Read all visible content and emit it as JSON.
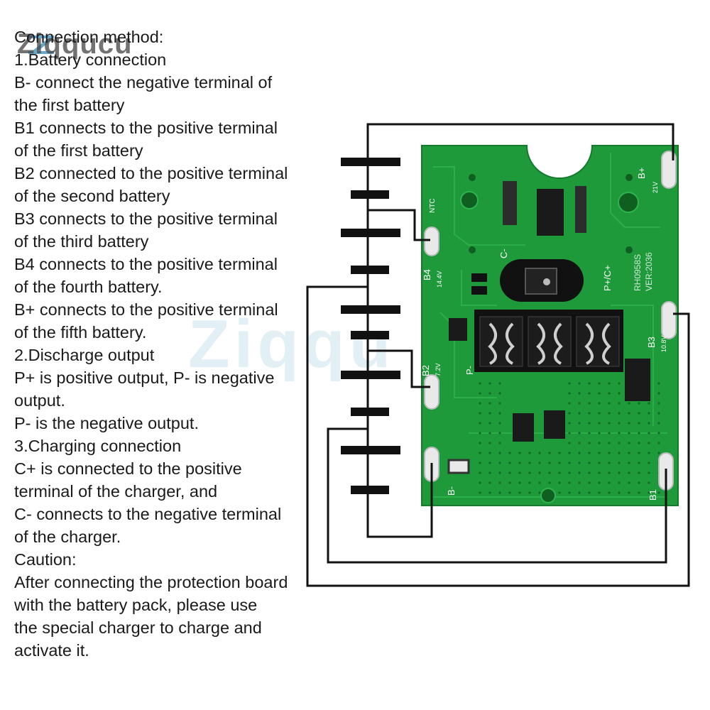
{
  "brand": {
    "logo_text": "Ziqqucu",
    "watermark_text": "Ziqqu",
    "colors": {
      "pcb": "#1f9a3a",
      "pcb_dark": "#157a2c",
      "wire": "#111111",
      "text": "#1a1a1a"
    }
  },
  "instructions": [
    "Connection method:",
    "1.Battery connection",
    "B- connect the negative terminal of",
    "the first battery",
    "B1 connects to the positive terminal",
    "of the first battery",
    "B2 connected to the positive terminal",
    "of the second battery",
    "B3 connects to the positive terminal",
    "of the third battery",
    "B4 connects to the positive terminal",
    "of the fourth battery.",
    "B+ connects to the positive terminal",
    "of the fifth battery.",
    "2.Discharge output",
    "P+ is positive output, P- is negative",
    "output.",
    "P- is the negative output.",
    "3.Charging connection",
    "C+ is connected to the positive",
    "terminal of the charger, and",
    "C- connects to the negative terminal",
    "of the charger.",
    "Caution:",
    "After connecting the protection board",
    "with the battery pack, please use",
    "the special charger to charge and",
    "activate it."
  ],
  "board": {
    "labels": {
      "b_plus": "B+",
      "b_plus_v": "21V",
      "b4": "B4",
      "b4_v": "14.4V",
      "b3": "B3",
      "b3_v": "10.8V",
      "b2": "B2",
      "b2_v": "7.2V",
      "b1": "B1",
      "b_minus": "B-",
      "ntc": "NTC",
      "c_minus": "C-",
      "p_plus_c_plus": "P+/C+",
      "p_minus": "P-",
      "model": "RH0958S",
      "version": "VER:2036"
    }
  },
  "cells": {
    "count": 5
  }
}
